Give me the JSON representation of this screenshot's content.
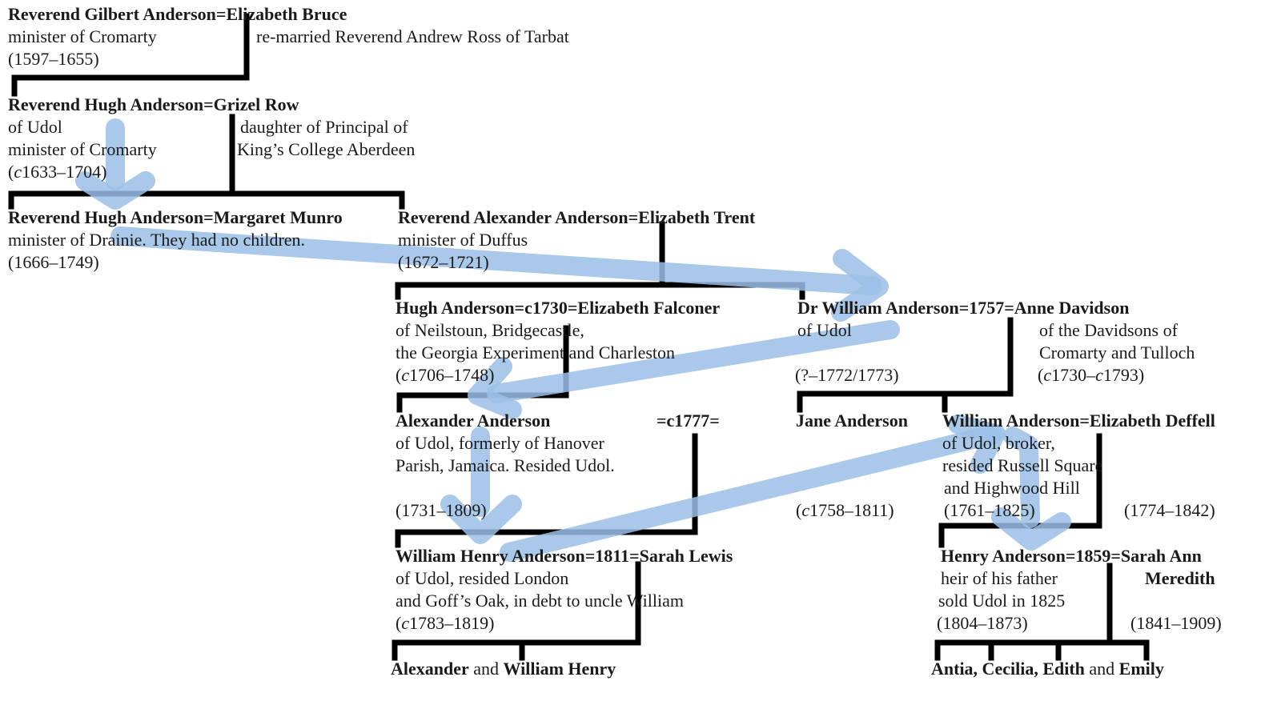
{
  "colors": {
    "line": "#000000",
    "arrow": "#9bbfe6"
  },
  "people": {
    "gilbert": {
      "name": "Reverend Gilbert Anderson=Elizabeth Bruce",
      "line1": "minister of Cromarty",
      "dates": "(1597–1655)",
      "spouse_note": "re-married Reverend Andrew Ross of Tarbat"
    },
    "hugh1": {
      "name": "Reverend Hugh Anderson=Grizel Row",
      "line1": "of Udol",
      "line2": "minister of Cromarty",
      "dates_prefix": "(",
      "dates_c": "c",
      "dates_rest": "1633–1704)",
      "spouse_line1": "daughter of Principal of",
      "spouse_line2": "King’s College Aberdeen"
    },
    "hugh2": {
      "name": "Reverend Hugh Anderson=Margaret Munro",
      "line1": "minister of Drainie. They had no children.",
      "dates": "(1666–1749)"
    },
    "alexander1": {
      "name": "Reverend Alexander Anderson=Elizabeth Trent",
      "line1": "minister of Duffus",
      "dates": "(1672–1721)"
    },
    "hugh3": {
      "name": "Hugh Anderson=c1730=Elizabeth Falconer",
      "line1": "of Neilstoun, Bridgecastle,",
      "line2": "the Georgia Experiment and Charleston",
      "dates_prefix": "(",
      "dates_c": "c",
      "dates_rest": "1706–1748)"
    },
    "william1": {
      "name": "Dr William Anderson=1757=Anne Davidson",
      "line1": "of Udol",
      "dates": "(?–1772/1773)",
      "spouse_line1": "of the Davidsons of",
      "spouse_line2": "Cromarty and Tulloch",
      "spouse_dates_p": "(",
      "spouse_dates_c1": "c",
      "spouse_dates_mid": "1730–",
      "spouse_dates_c2": "c",
      "spouse_dates_end": "1793)"
    },
    "alexander2": {
      "name": "Alexander Anderson",
      "marriage": "=c1777=",
      "line1": "of Udol, formerly of Hanover",
      "line2": "Parish, Jamaica. Resided Udol.",
      "dates": "(1731–1809)"
    },
    "jane": {
      "name": "Jane Anderson",
      "dates_prefix": "(",
      "dates_c": "c",
      "dates_rest": "1758–1811)"
    },
    "william2": {
      "name": "William Anderson=Elizabeth Deffell",
      "line1": "of Udol, broker,",
      "line2": "resided Russell Square",
      "line3": "and Highwood Hill",
      "dates": "(1761–1825)",
      "spouse_dates": "(1774–1842)"
    },
    "williamhenry": {
      "name": "William Henry Anderson=1811=Sarah Lewis",
      "line1": "of Udol, resided London",
      "line2": "and Goff’s Oak, in debt to uncle William",
      "dates_prefix": "(",
      "dates_c": "c",
      "dates_rest": "1783–1819)"
    },
    "henry": {
      "name": "Henry Anderson=1859=Sarah Ann",
      "name2": "Meredith",
      "line1": "heir of his father",
      "line2": "sold Udol in 1825",
      "dates": "(1804–1873)",
      "spouse_dates": "(1841–1909)"
    },
    "children1": {
      "a": "Alexander",
      "and": " and ",
      "b": "William Henry"
    },
    "children2": {
      "a": "Antia, Cecilia, Edith",
      "and": " and ",
      "b": "Emily"
    }
  }
}
